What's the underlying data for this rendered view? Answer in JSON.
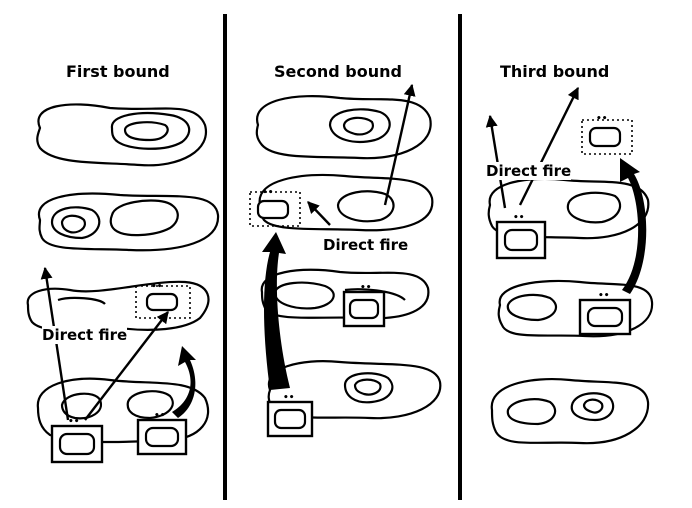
{
  "panels": [
    {
      "title": "First bound",
      "fire_label": "Direct fire"
    },
    {
      "title": "Second bound",
      "fire_label": "Direct fire"
    },
    {
      "title": "Third bound",
      "fire_label": "Direct fire"
    }
  ],
  "colors": {
    "ink": "#000000",
    "paper": "#ffffff"
  },
  "icon_names": [
    "vehicle-unit-icon",
    "section-marker-icon",
    "overwatch-position-icon",
    "direct-fire-arrow-icon",
    "movement-arrow-icon",
    "terrain-contour-icon"
  ]
}
